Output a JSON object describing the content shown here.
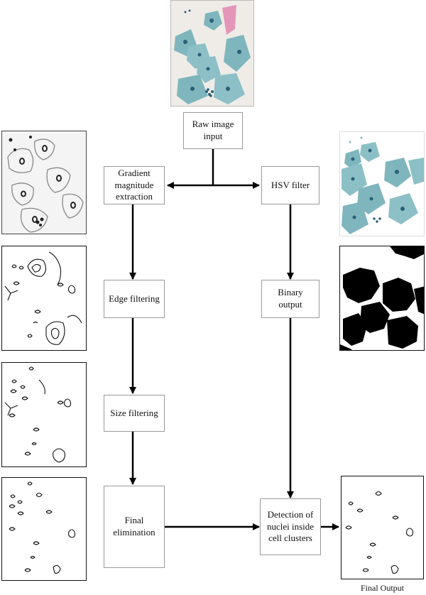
{
  "nodes": {
    "raw_input": "Raw image\ninput",
    "gradient": "Gradient\nmagnitude\nextraction",
    "hsv": "HSV filter",
    "edge": "Edge filtering",
    "binary": "Binary\noutput",
    "size": "Size filtering",
    "final_elim": "Final\nelimination",
    "detection": "Detection of\nnuclei inside\ncell clusters"
  },
  "captions": {
    "final_output": "Final Output"
  },
  "colors": {
    "stain_blue": "#7fb6bd",
    "stain_pink": "#e07aa8",
    "nucleus": "#2b5f78",
    "binary_fill": "#000000"
  }
}
